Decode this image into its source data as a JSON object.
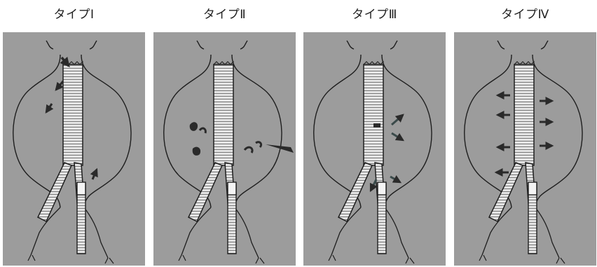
{
  "panels": [
    {
      "label": "タイプⅠ",
      "type": "I"
    },
    {
      "label": "タイプⅡ",
      "type": "II"
    },
    {
      "label": "タイプⅢ",
      "type": "III"
    },
    {
      "label": "タイプⅣ",
      "type": "IV"
    }
  ],
  "colors": {
    "background": "#9c9c9c",
    "stentgraft": "#e6e6e6",
    "outline": "#1e1e1e"
  }
}
